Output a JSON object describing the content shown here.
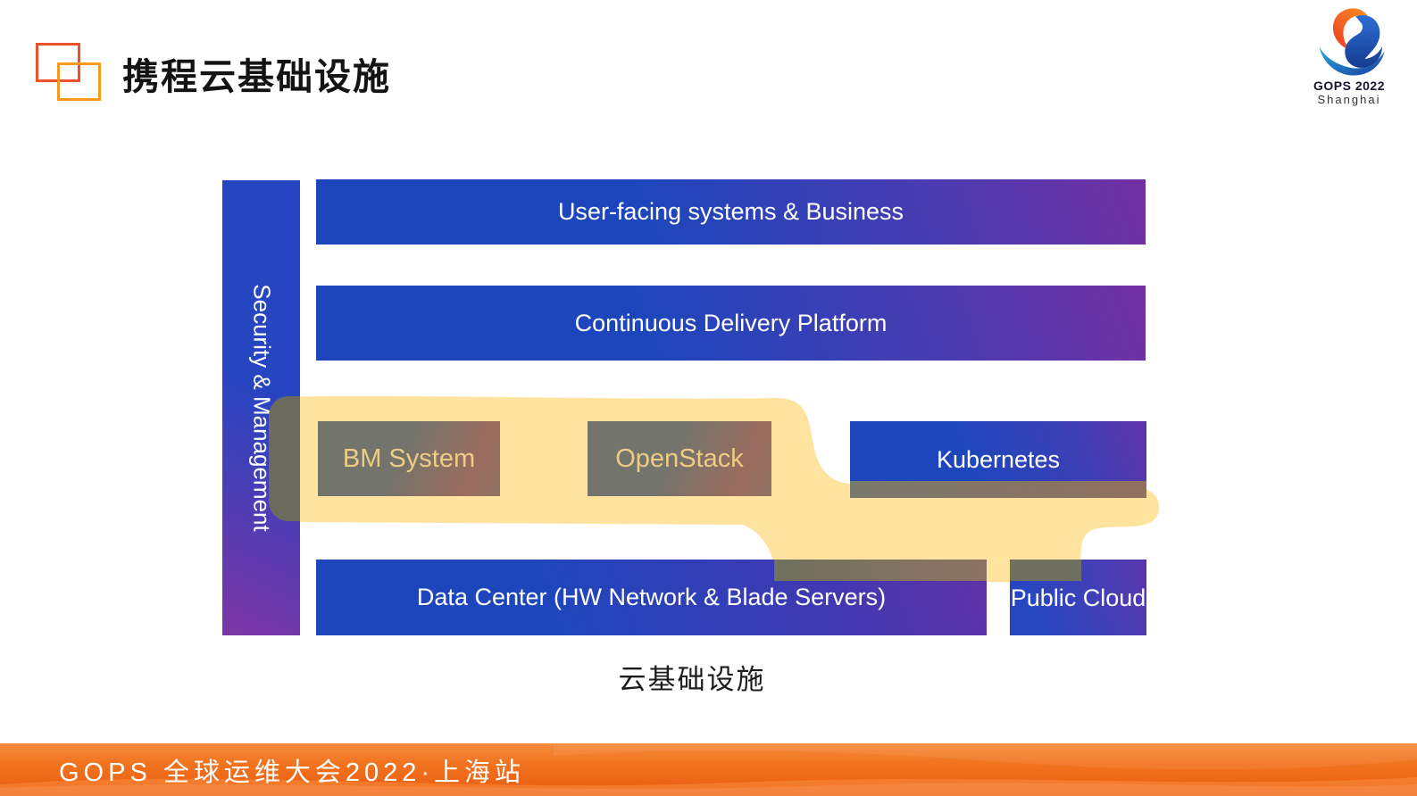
{
  "header": {
    "title": "携程云基础设施",
    "logo_colors": {
      "square1": "#F0512D",
      "square2": "#F8981D"
    },
    "conference_logo": {
      "line1": "GOPS 2022",
      "line2": "Shanghai"
    }
  },
  "diagram": {
    "security_bar": {
      "label": "Security & Management"
    },
    "layers": [
      {
        "label": "User-facing systems & Business"
      },
      {
        "label": "Continuous Delivery Platform"
      }
    ],
    "middle_row": [
      {
        "label": "BM System",
        "highlighted": true
      },
      {
        "label": "OpenStack",
        "highlighted": true
      },
      {
        "label": "Kubernetes",
        "highlighted": false
      }
    ],
    "bottom_row": [
      {
        "label": "Data Center (HW Network & Blade Servers)"
      },
      {
        "label": "Public Cloud"
      }
    ],
    "caption": "云基础设施",
    "colors": {
      "bar_blue": "#1E46BC",
      "bar_purple_end": "#7231A3",
      "security_gradient_end": "#7C35A5",
      "highlight_yellow": "#FFE39E",
      "highlight_over_box_grey": "#73746C",
      "highlight_over_box_red": "#9A6C5E",
      "highlight_box_text": "#EDCD84"
    }
  },
  "footer": {
    "text": "GOPS 全球运维大会2022·上海站",
    "gradient_top": "#F68B3C",
    "gradient_bottom": "#E95A0F"
  }
}
